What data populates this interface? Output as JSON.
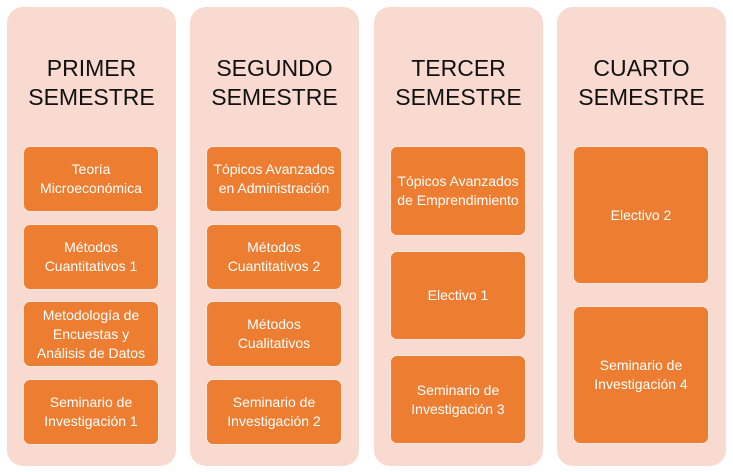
{
  "semesters": [
    {
      "title": [
        "PRIMER",
        "SEMESTRE"
      ],
      "courses": [
        "Teoría Microeconómica",
        "Métodos Cuantitativos 1",
        "Metodología de Encuestas y Análisis de Datos",
        "Seminario de Investigación 1"
      ]
    },
    {
      "title": [
        "SEGUNDO",
        "SEMESTRE"
      ],
      "courses": [
        "Tópicos Avanzados en Administración",
        "Métodos Cuantitativos 2",
        "Métodos Cualitativos",
        "Seminario de Investigación 2"
      ]
    },
    {
      "title": [
        "TERCER",
        "SEMESTRE"
      ],
      "courses": [
        "Tópicos Avanzados de Emprendimiento",
        "Electivo 1",
        "Seminario de Investigación 3"
      ]
    },
    {
      "title": [
        "CUARTO",
        "SEMESTRE"
      ],
      "courses": [
        "Electivo 2",
        "Seminario de Investigación 4"
      ]
    }
  ],
  "colors": {
    "panel": "#f8dad0",
    "box": "#ed7d31",
    "text": "#ffffff"
  }
}
